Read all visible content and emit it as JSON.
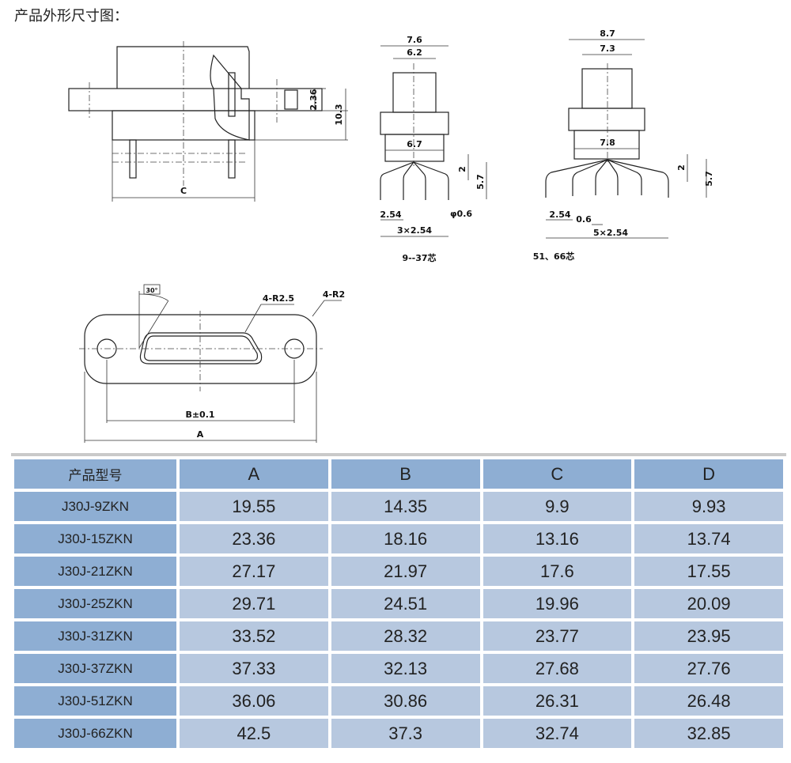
{
  "title": "产品外形尺寸图：",
  "drawings": {
    "side": {
      "d1": "2.36",
      "d2": "10.3",
      "c": "C"
    },
    "pin9": {
      "w1": "7.6",
      "w2": "6.2",
      "w3": "6.7",
      "h1": "2",
      "h2": "5.7",
      "p1": "2.54",
      "dia": "φ0.6",
      "p2": "3×2.54",
      "caption": "9--37芯"
    },
    "pin51": {
      "w1": "8.7",
      "w2": "7.3",
      "w3": "7.8",
      "h1": "2",
      "h2": "5.7",
      "p1": "2.54",
      "dia": "0.6",
      "p2": "5×2.54",
      "caption": "51、66芯"
    },
    "front": {
      "angle": "30°",
      "r1": "4-R2.5",
      "r2": "4-R2",
      "b": "B±0.1",
      "a": "A"
    }
  },
  "table": {
    "headers": [
      "产品型号",
      "A",
      "B",
      "C",
      "D"
    ],
    "rows": [
      [
        "J30J-9ZKN",
        "19.55",
        "14.35",
        "9.9",
        "9.93"
      ],
      [
        "J30J-15ZKN",
        "23.36",
        "18.16",
        "13.16",
        "13.74"
      ],
      [
        "J30J-21ZKN",
        "27.17",
        "21.97",
        "17.6",
        "17.55"
      ],
      [
        "J30J-25ZKN",
        "29.71",
        "24.51",
        "19.96",
        "20.09"
      ],
      [
        "J30J-31ZKN",
        "33.52",
        "28.32",
        "23.77",
        "23.95"
      ],
      [
        "J30J-37ZKN",
        "37.33",
        "32.13",
        "27.68",
        "27.76"
      ],
      [
        "J30J-51ZKN",
        "36.06",
        "30.86",
        "26.31",
        "26.48"
      ],
      [
        "J30J-66ZKN",
        "42.5",
        "37.3",
        "32.74",
        "32.85"
      ]
    ]
  }
}
